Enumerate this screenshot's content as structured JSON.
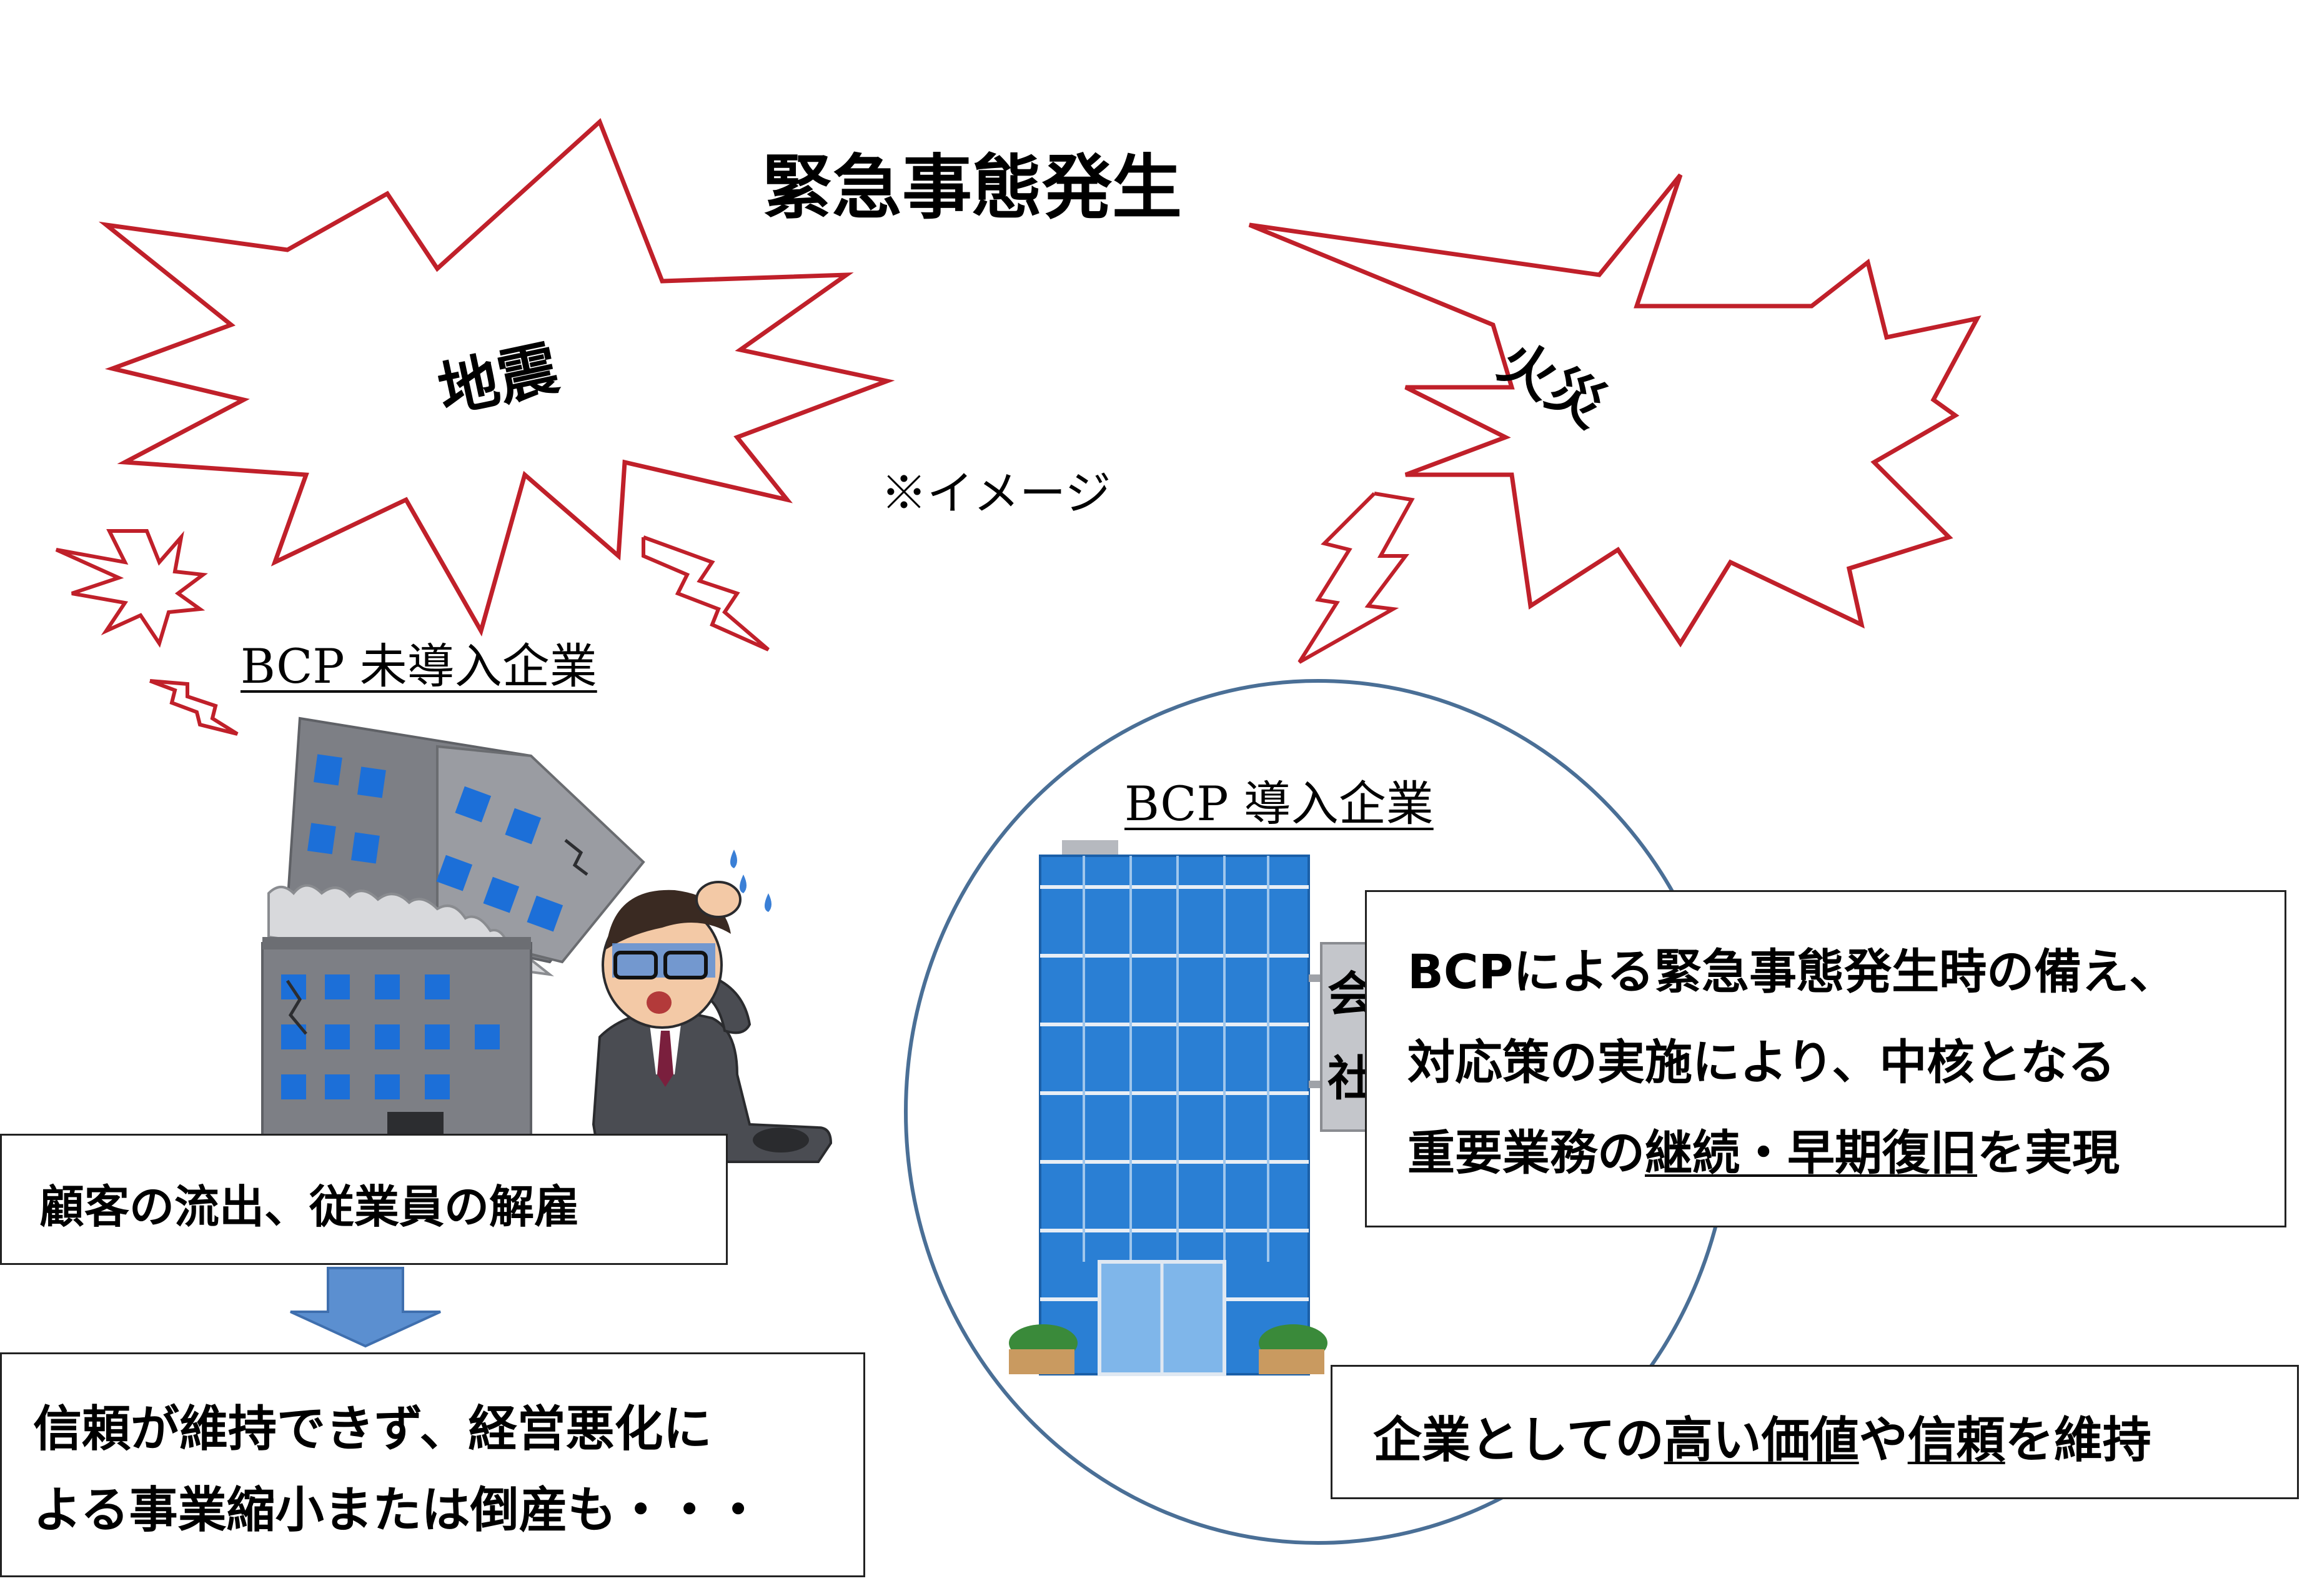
{
  "title": "緊急事態発生",
  "note": "※イメージ",
  "bursts": {
    "earthquake": "地震",
    "fire": "火災"
  },
  "left": {
    "heading": "BCP 未導入企業",
    "result_box": "顧客の流出、従業員の解雇",
    "outcome_box": {
      "line1": "信頼が維持できず、経営悪化に",
      "line2": "よる事業縮小または倒産も・・・"
    }
  },
  "right": {
    "heading": "BCP 導入企業",
    "building_sign": [
      "会",
      "社"
    ],
    "effect_box": {
      "line1": "BCPによる緊急事態発生時の備え、",
      "line2": "対応策の実施により、中核となる",
      "line3_pre": "重要業務の",
      "line3_u": "継続・早期復旧",
      "line3_post": "を実現"
    },
    "value_box": {
      "pre": "企業としての",
      "u1": "高い価値",
      "mid": "や",
      "u2": "信頼",
      "post": "を維持"
    }
  },
  "colors": {
    "burst_stroke": "#c0202a",
    "circle_stroke": "#4a6f96",
    "arrow_fill": "#5b8fd0",
    "building_blue": "#2a7fd4"
  }
}
